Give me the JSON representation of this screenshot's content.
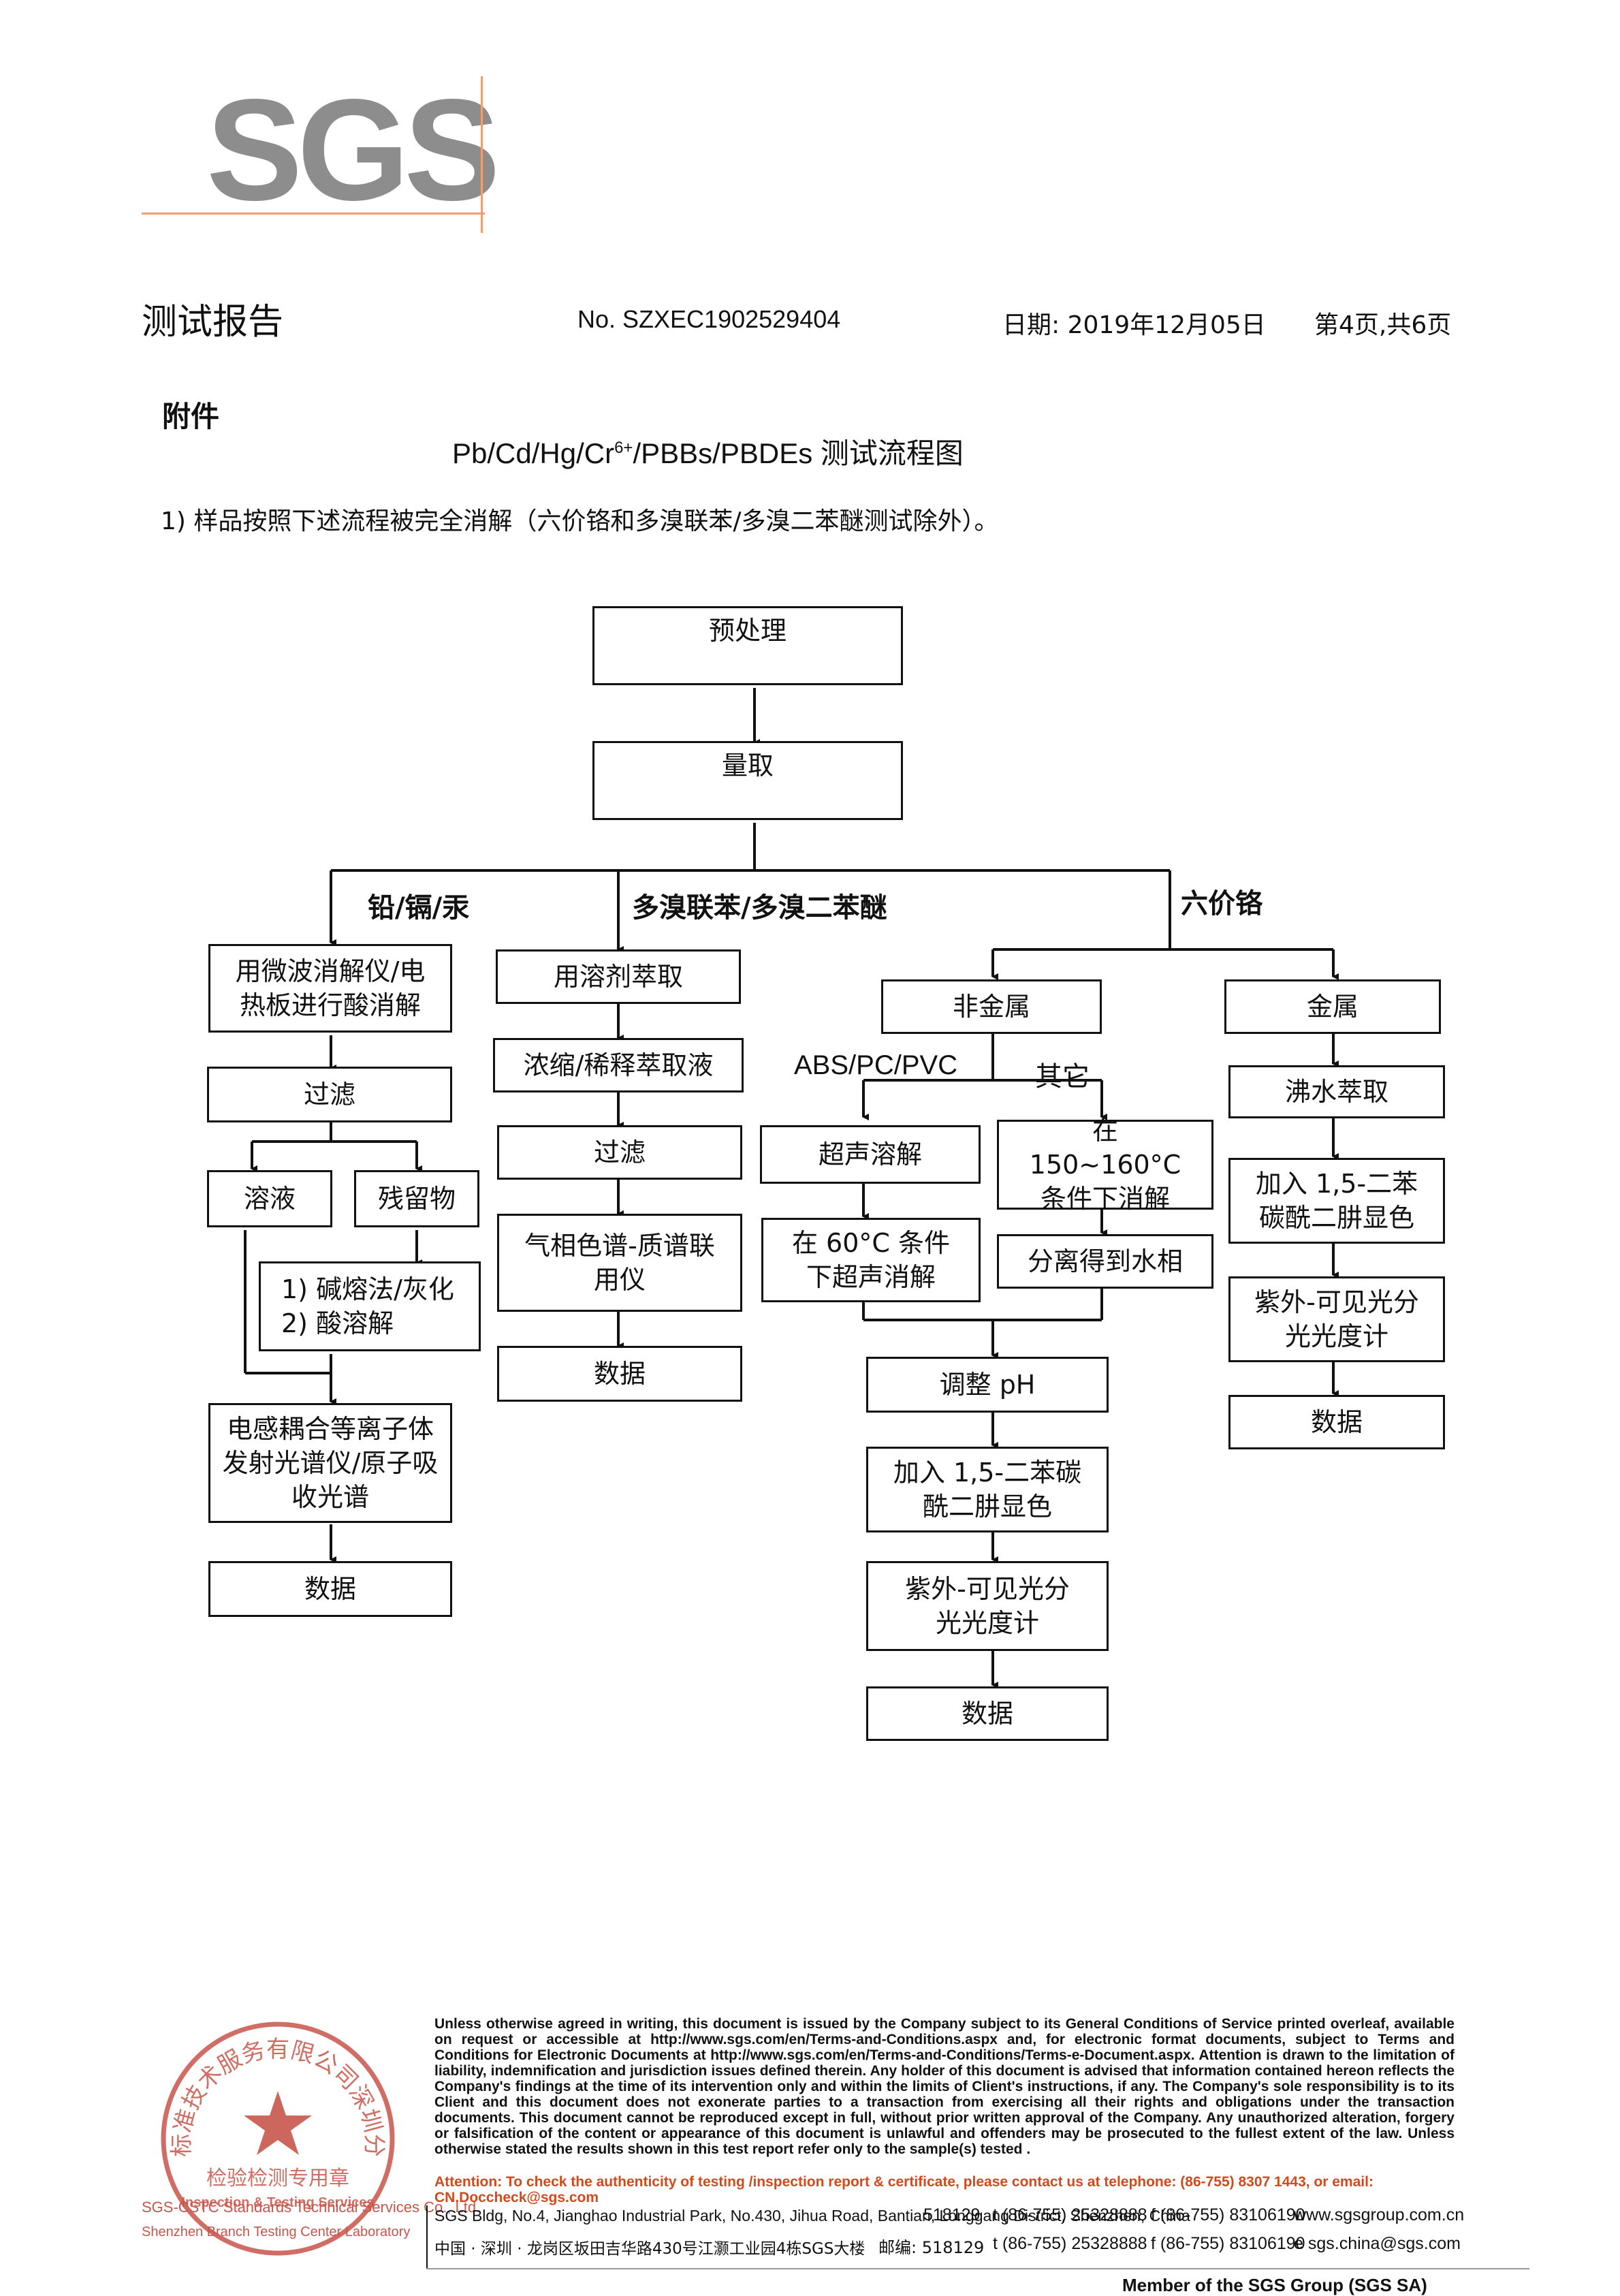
{
  "logo": {
    "text": "SGS"
  },
  "header": {
    "title": "测试报告",
    "report_no": "No. SZXEC1902529404",
    "date": "日期: 2019年12月05日",
    "page": "第4页,共6页"
  },
  "appendix": "附件",
  "flow_title": {
    "main": "Pb/Cd/Hg/Cr",
    "sup": "6+",
    "rest": "/PBBs/PBDEs 测试流程图"
  },
  "note": "1)   样品按照下述流程被完全消解（六价铬和多溴联苯/多溴二苯醚测试除外）。",
  "flow": {
    "pretreat": "预处理",
    "measure": "量取",
    "branch_metals": "铅/镉/汞",
    "branch_pbb": "多溴联苯/多溴二苯醚",
    "branch_cr": "六价铬",
    "m1": "用微波消解仪/电热板进行酸消解",
    "m2": "过滤",
    "m3a": "溶液",
    "m3b": "残留物",
    "m4": "1) 碱熔法/灰化\n2) 酸溶解",
    "m5": "电感耦合等离子体发射光谱仪/原子吸收光谱",
    "m6": "数据",
    "p1": "用溶剂萃取",
    "p2": "浓缩/稀释萃取液",
    "p3": "过滤",
    "p4": "气相色谱-质谱联用仪",
    "p5": "数据",
    "c_nonmetal": "非金属",
    "c_metal": "金属",
    "c_abs": "ABS/PC/PVC",
    "c_other": "其它",
    "c_ultra": "超声溶解",
    "c_ultra60": "在 60°C 条件下超声消解",
    "c_digest150": "在 150~160°C 条件下消解",
    "c_separate": "分离得到水相",
    "c_ph": "调整 pH",
    "c_dpc": "加入 1,5-二苯碳酰二肼显色",
    "c_uv": "紫外-可见光分光光度计",
    "c_data": "数据",
    "c_boil": "沸水萃取",
    "c_dpc2": "加入 1,5-二苯碳酰二肼显色",
    "c_uv2": "紫外-可见光分光光度计",
    "c_data2": "数据"
  },
  "footer": {
    "disclaimer": "Unless otherwise agreed in writing, this document is issued by the Company subject to its General Conditions of Service printed overleaf, available on request or accessible at http://www.sgs.com/en/Terms-and-Conditions.aspx and, for electronic format documents, subject to Terms and Conditions for Electronic Documents at http://www.sgs.com/en/Terms-and-Conditions/Terms-e-Document.aspx. Attention is drawn to the limitation of liability, indemnification and jurisdiction issues defined therein. Any holder of this document is advised that information contained hereon reflects the Company's findings at the time of its intervention only and within the limits of Client's instructions, if any. The Company's sole responsibility is to its Client and this document does not exonerate parties to a transaction from exercising all their rights and obligations under the transaction documents. This document cannot be reproduced except in full, without prior written approval of the Company. Any unauthorized alteration, forgery or falsification of the content or appearance of this document is unlawful and offenders may be prosecuted to the fullest extent of the law. Unless otherwise stated the results shown in this test report refer only to the sample(s) tested .",
    "attention": "Attention: To check the authenticity of testing /inspection report & certificate, please contact us at telephone: (86-755) 8307 1443, or email: CN.Doccheck@sgs.com",
    "addr_en": "SGS Bldg, No.4, Jianghao Industrial Park, No.430, Jihua Road, Bantian, Longgang District, Shenzhen, China",
    "postal_en": "518129",
    "tel1": "t (86-755) 25328888",
    "fax1": "f (86-755) 83106190",
    "web": "www.sgsgroup.com.cn",
    "addr_cn": "中国 · 深圳 · 龙岗区坂田吉华路430号江灏工业园4栋SGS大楼",
    "postal_cn": "邮编: 518129",
    "tel2": "t (86-755) 25328888",
    "fax2": "f (86-755) 83106190",
    "email": "e sgs.china@sgs.com",
    "member": "Member of the SGS Group (SGS SA)",
    "seal_caption_1": "SGS-CSTC Standards Technical Services Co., Ltd.",
    "seal_caption_2": "Shenzhen Branch Testing Center Laboratory",
    "seal_text_top": "通标标准技术服务有限公司深圳分公司",
    "seal_text_mid": "检验检测专用章",
    "seal_text_en": "Inspection & Testing Services"
  },
  "colors": {
    "logo_gray": "#8d8d8d",
    "logo_accent": "#f0a070",
    "seal_red": "#c8554a",
    "attention": "#d04a1e"
  }
}
